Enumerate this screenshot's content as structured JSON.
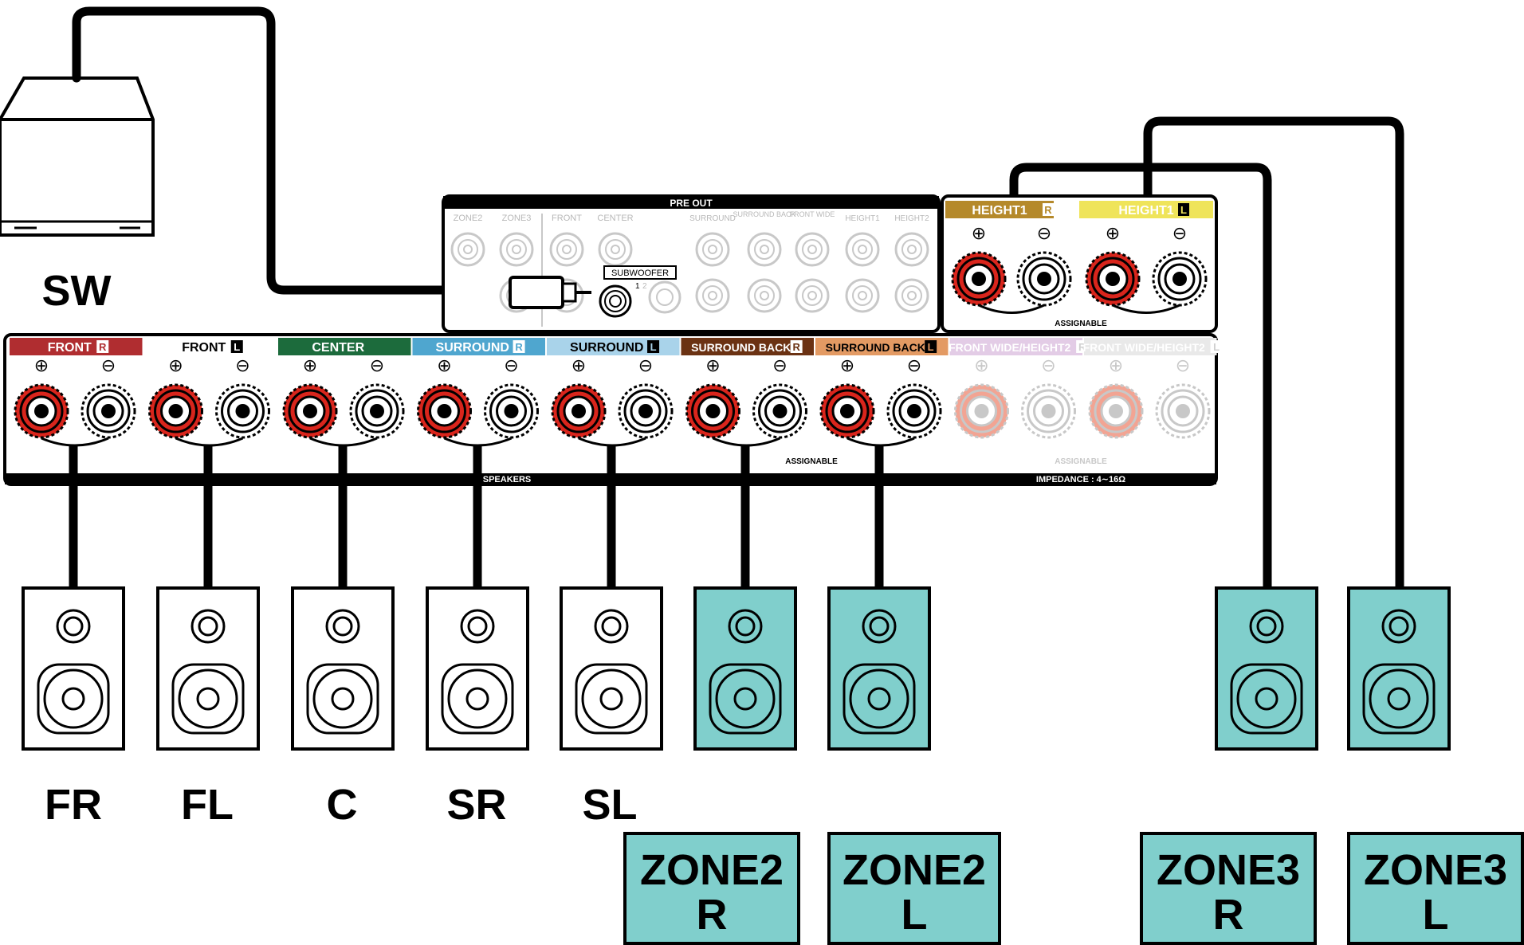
{
  "colors": {
    "cable": "#000000",
    "highlight_speaker": "#80cfcc",
    "zone_label_bg": "#80cfcc",
    "terminal_red": "#d9251c",
    "panel_border": "#000000",
    "faded": "#c8c8c8",
    "faded_red": "#f2a493"
  },
  "sw": {
    "label": "SW"
  },
  "preout": {
    "title": "PRE OUT",
    "col_labels": [
      "ZONE2",
      "ZONE3",
      "FRONT",
      "CENTER",
      "SURROUND",
      "SURROUND BACK",
      "FRONT WIDE",
      "HEIGHT1",
      "HEIGHT2"
    ],
    "subwoofer": "SUBWOOFER",
    "sub_nums": [
      "1",
      "2"
    ]
  },
  "height_panel": {
    "labels": [
      {
        "text": "HEIGHT1",
        "side": "R",
        "color": "#b5892a",
        "state": "used"
      },
      {
        "text": "HEIGHT1",
        "side": "L",
        "color": "#efe45a",
        "text_color": "#ffffff",
        "state": "used"
      }
    ],
    "plus_symbol": "⊕",
    "minus_symbol": "⊖",
    "assignable": "ASSIGNABLE"
  },
  "speaker_terminals": [
    {
      "text": "FRONT",
      "side": "R",
      "color": "#b02d30",
      "text_color": "#ffffff",
      "state": "used"
    },
    {
      "text": "FRONT",
      "side": "L",
      "color": "#ffffff",
      "text_color": "#000000",
      "state": "used"
    },
    {
      "text": "CENTER",
      "side": "",
      "color": "#1c6b3c",
      "text_color": "#ffffff",
      "state": "used"
    },
    {
      "text": "SURROUND",
      "side": "R",
      "color": "#4fa6cf",
      "text_color": "#ffffff",
      "state": "used"
    },
    {
      "text": "SURROUND",
      "side": "L",
      "color": "#a9d3ea",
      "text_color": "#000000",
      "state": "used"
    },
    {
      "text": "SURROUND BACK",
      "side": "R",
      "color": "#6b3213",
      "text_color": "#ffffff",
      "state": "used"
    },
    {
      "text": "SURROUND BACK",
      "side": "L",
      "color": "#e39a63",
      "text_color": "#000000",
      "state": "used"
    },
    {
      "text": "FRONT WIDE/HEIGHT2",
      "side": "R",
      "color": "#e3cce6",
      "text_color": "#ffffff",
      "state": "faded"
    },
    {
      "text": "FRONT WIDE/HEIGHT2",
      "side": "L",
      "color": "#e9e9e9",
      "text_color": "#ffffff",
      "state": "faded"
    }
  ],
  "main_panel": {
    "assignable": "ASSIGNABLE",
    "speakers_word": "SPEAKERS",
    "impedance": "IMPEDANCE : 4∼16Ω"
  },
  "speakers": [
    {
      "label": "FR",
      "highlight": false
    },
    {
      "label": "FL",
      "highlight": false
    },
    {
      "label": "C",
      "highlight": false
    },
    {
      "label": "SR",
      "highlight": false
    },
    {
      "label": "SL",
      "highlight": false
    },
    {
      "label": "",
      "highlight": true
    },
    {
      "label": "",
      "highlight": true
    },
    {
      "label": "",
      "highlight": true
    },
    {
      "label": "",
      "highlight": true
    }
  ],
  "zone_labels": [
    {
      "line1": "ZONE2",
      "line2": "R"
    },
    {
      "line1": "ZONE2",
      "line2": "L"
    },
    {
      "line1": "ZONE3",
      "line2": "R"
    },
    {
      "line1": "ZONE3",
      "line2": "L"
    }
  ]
}
